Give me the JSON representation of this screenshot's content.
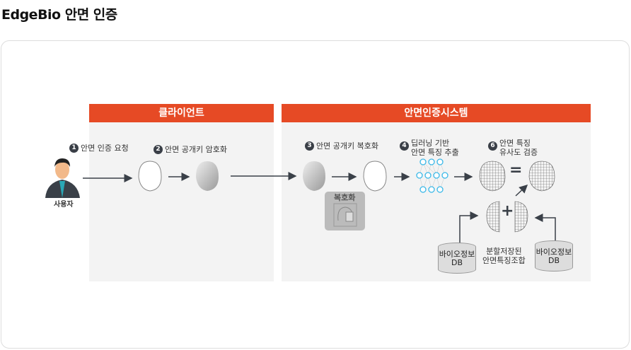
{
  "page_title": "EdgeBio 안면 인증",
  "user_label": "사용자",
  "client": {
    "header": "클라이언트",
    "steps": [
      {
        "num": "1",
        "label": "안면 인증 요청"
      },
      {
        "num": "2",
        "label": "안면 공개키 암호화"
      }
    ]
  },
  "system": {
    "header": "안면인증시스템",
    "step3": {
      "num": "3",
      "label": "안면 공개키 복호화"
    },
    "step4": {
      "num": "4",
      "line1": "딥러닝 기반",
      "line2": "안면 특징 추출"
    },
    "step6": {
      "num": "6",
      "line1": "안면 특징",
      "line2": "유사도 검증"
    },
    "decrypt_box": "복호화",
    "equals": "=",
    "plus": "+",
    "db_left": {
      "line1": "바이오정보",
      "line2": "DB"
    },
    "db_right": {
      "line1": "바이오정보",
      "line2": "DB"
    },
    "combo": {
      "line1": "분할저장된",
      "line2": "안면특징조합"
    }
  },
  "colors": {
    "accent": "#e64a25",
    "panel": "#f3f3f3",
    "arrow": "#3a4048"
  }
}
